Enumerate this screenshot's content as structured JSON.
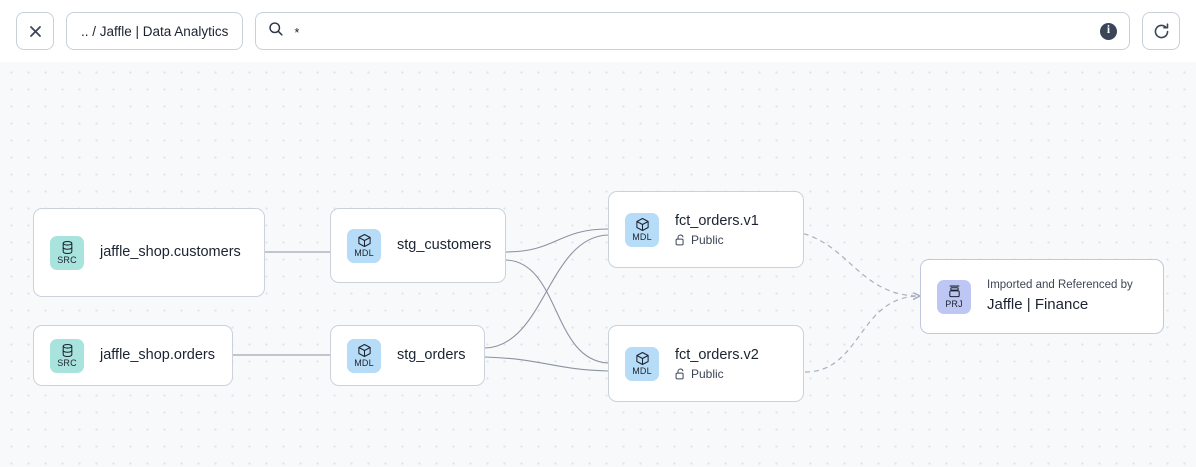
{
  "toolbar": {
    "close_label": "close-icon",
    "breadcrumb": ".. / Jaffle | Data Analytics",
    "search_value": "*",
    "search_placeholder": "",
    "info_label": "i",
    "refresh_label": "refresh-icon"
  },
  "graph": {
    "nodes": [
      {
        "id": "jaffle_shop_customers",
        "badge_type": "SRC",
        "badge_icon": "database-icon",
        "title": "jaffle_shop.customers",
        "subtitle": "",
        "eyebrow": ""
      },
      {
        "id": "jaffle_shop_orders",
        "badge_type": "SRC",
        "badge_icon": "database-icon",
        "title": "jaffle_shop.orders",
        "subtitle": "",
        "eyebrow": ""
      },
      {
        "id": "stg_customers",
        "badge_type": "MDL",
        "badge_icon": "cube-icon",
        "title": "stg_customers",
        "subtitle": "",
        "eyebrow": ""
      },
      {
        "id": "stg_orders",
        "badge_type": "MDL",
        "badge_icon": "cube-icon",
        "title": "stg_orders",
        "subtitle": "",
        "eyebrow": ""
      },
      {
        "id": "fct_orders_v1",
        "badge_type": "MDL",
        "badge_icon": "cube-icon",
        "title": "fct_orders.v1",
        "subtitle": "Public",
        "subtitle_icon": "unlock-icon",
        "eyebrow": ""
      },
      {
        "id": "fct_orders_v2",
        "badge_type": "MDL",
        "badge_icon": "cube-icon",
        "title": "fct_orders.v2",
        "subtitle": "Public",
        "subtitle_icon": "unlock-icon",
        "eyebrow": ""
      },
      {
        "id": "jaffle_finance_project",
        "badge_type": "PRJ",
        "badge_icon": "project-icon",
        "eyebrow": "Imported and Referenced by",
        "title": "Jaffle | Finance",
        "subtitle": ""
      }
    ]
  },
  "colors": {
    "canvas_bg": "#f7f9fb",
    "grid_dot": "#dde3ea",
    "node_border": "#ccd2db",
    "project_border": "#c3c7e0",
    "badge_src": "#a8e3dd",
    "badge_mdl": "#b7dcf7",
    "badge_prj": "#bec6f3",
    "edge_solid": "#8b93a1",
    "edge_dashed": "#a9b0bd",
    "text_primary": "#1b2330"
  }
}
